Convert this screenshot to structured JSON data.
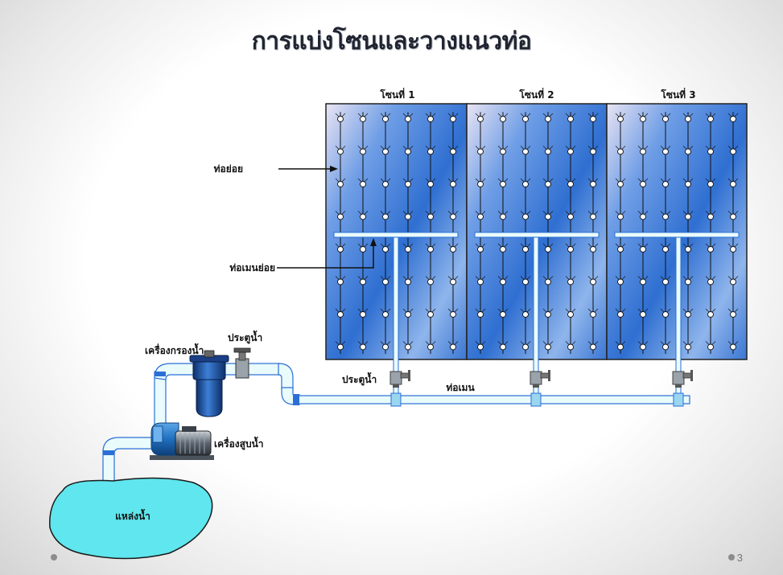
{
  "slide": {
    "title": "การแบ่งโซนและวางแนวท่อ",
    "page_number": "3"
  },
  "zones": [
    {
      "label": "โซนที่ 1"
    },
    {
      "label": "โซนที่ 2"
    },
    {
      "label": "โซนที่ 3"
    }
  ],
  "labels": {
    "lateral_pipe": "ท่อย่อย",
    "sub_main_pipe": "ท่อเมนย่อย",
    "filter": "เครื่องกรองน้ำ",
    "gate_valve_top": "ประตูน้ำ",
    "gate_valve_zone": "ประตูน้ำ",
    "main_pipe": "ท่อเมน",
    "pump": "เครื่องสูบน้ำ",
    "water_source": "แหล่งน้ำ"
  },
  "colors": {
    "zone_blue": "#2f6fd1",
    "zone_light": "#e7e4f2",
    "pipe_fill": "#e9fbfb",
    "pipe_stroke": "#2b6fd6",
    "water": "#5fe6ee",
    "pump_blue": "#1f6fbf"
  },
  "sprinkler_grid": {
    "columns_per_zone": 6,
    "rows": 8
  }
}
